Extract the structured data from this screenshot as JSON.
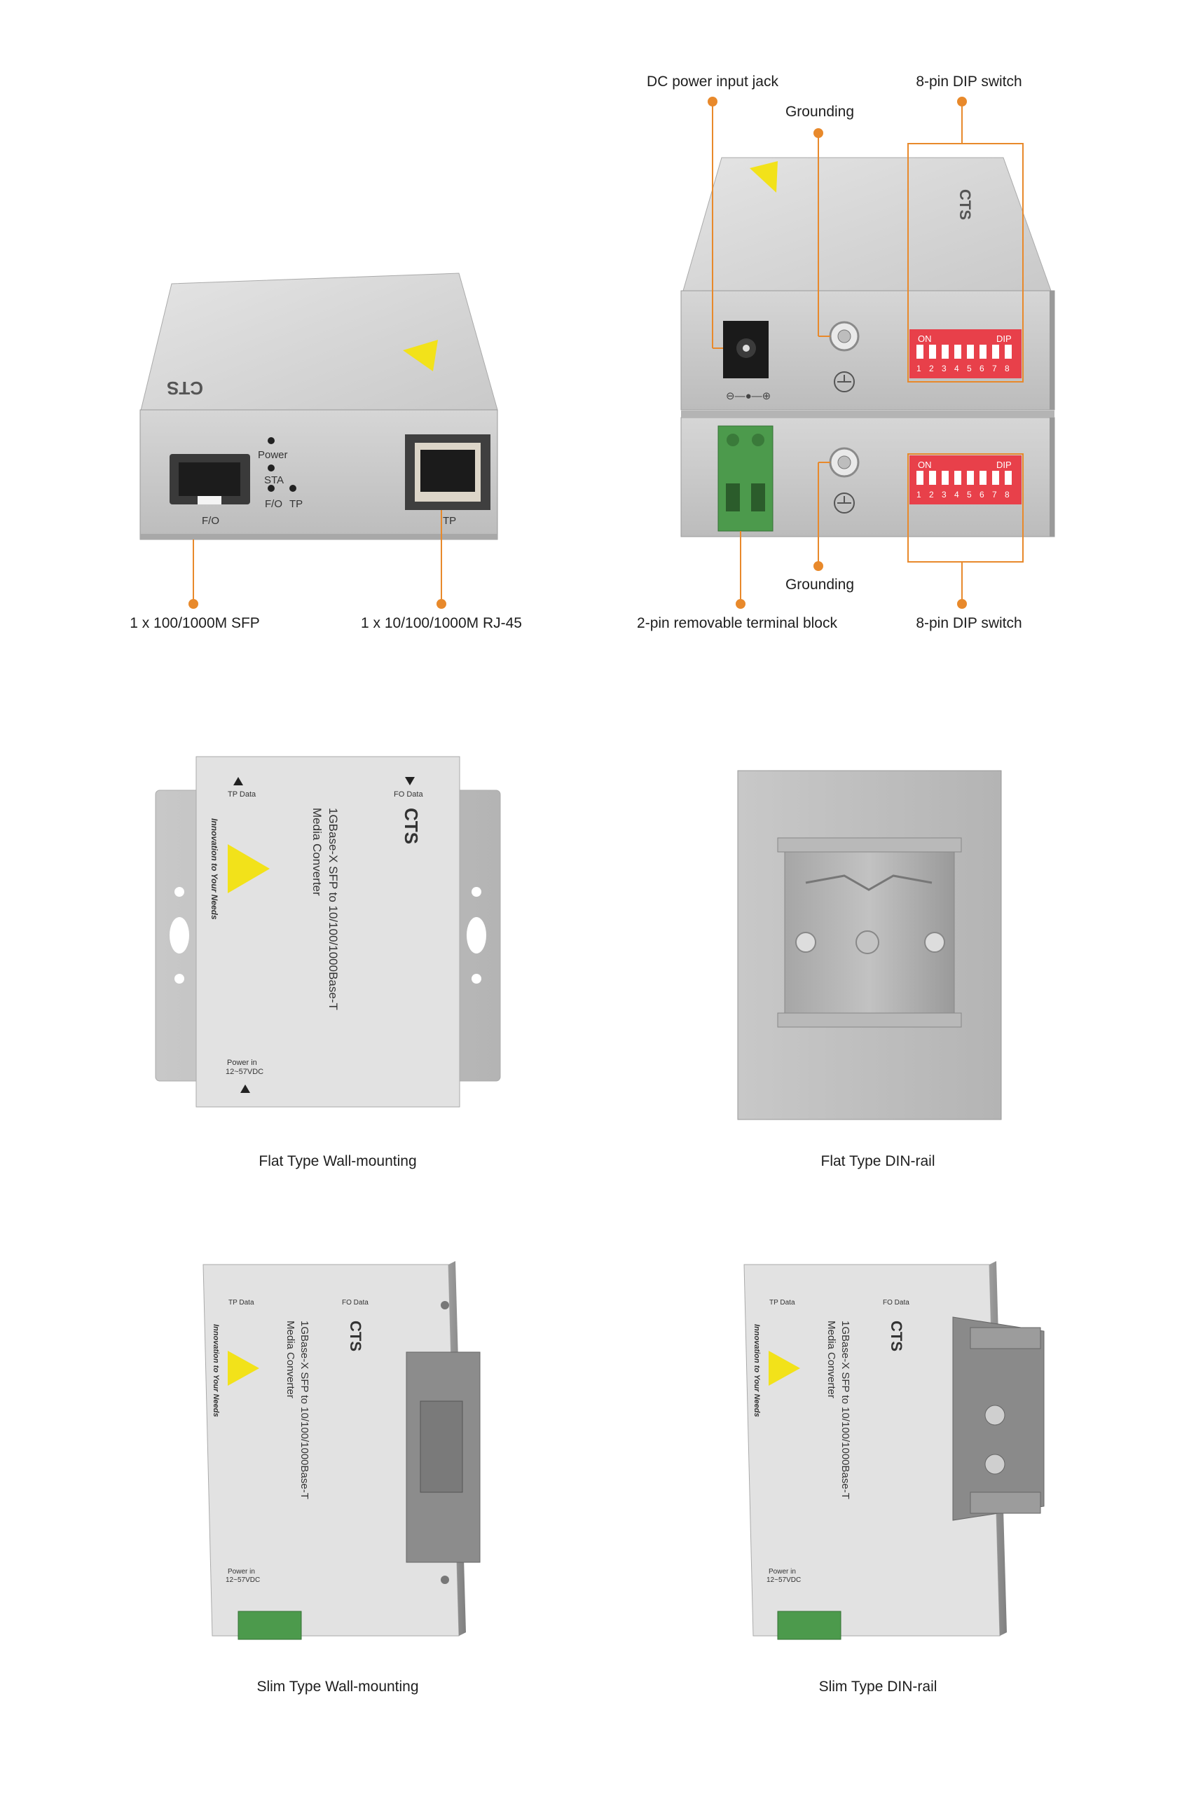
{
  "callouts": {
    "sfp": "1 x 100/1000M SFP",
    "rj45": "1 x 10/100/1000M RJ-45",
    "dc_jack": "DC power input jack",
    "grounding_top": "Grounding",
    "dip_top": "8-pin DIP switch",
    "terminal_block": "2-pin removable terminal block",
    "grounding_bottom": "Grounding",
    "dip_bottom": "8-pin DIP switch"
  },
  "captions": {
    "flat_wall": "Flat Type Wall-mounting",
    "flat_din": "Flat Type DIN-rail",
    "slim_wall": "Slim Type Wall-mounting",
    "slim_din": "Slim Type DIN-rail"
  },
  "device": {
    "brand": "CTS",
    "tagline": "Innovation to Your Needs",
    "model_line1": "1GBase-X SFP to 10/100/1000Base-T",
    "model_line2": "Media Converter",
    "port_fo": "F/O",
    "port_tp": "TP",
    "led_power": "Power",
    "led_sta": "STA",
    "led_fo": "F/O",
    "led_tp": "TP",
    "tp_data": "TP Data",
    "fo_data": "FO Data",
    "power_in": "Power in",
    "power_range": "12~57VDC",
    "dip_on": "ON",
    "dip_dip": "DIP",
    "dip_numbers": [
      "1",
      "2",
      "3",
      "4",
      "5",
      "6",
      "7",
      "8"
    ]
  },
  "colors": {
    "accent": "#e8892b",
    "dip_red": "#e8404a",
    "terminal_green": "#4c9a4c",
    "warning_yellow": "#f2e21a",
    "casing": "#bdbdbd"
  }
}
